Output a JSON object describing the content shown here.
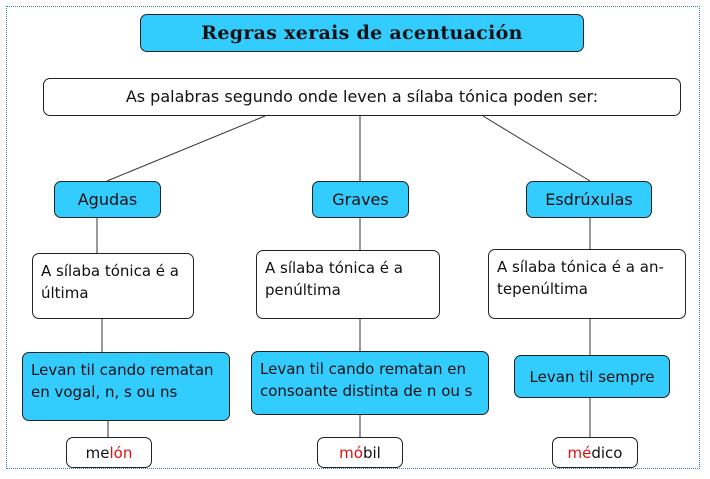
{
  "title": "Regras xerais de acentuación",
  "intro": "As palabras segundo onde leven a sílaba tónica poden ser:",
  "columns": [
    {
      "category": "Agudas",
      "definition": "A sílaba tónica é a última",
      "rule": "Levan til cando rematan en vogal, n, s ou ns",
      "example": {
        "before": "me",
        "accent": "lón",
        "after": ""
      }
    },
    {
      "category": "Graves",
      "definition": "A sílaba tónica é a penúltima",
      "rule": "Levan til cando rematan en consoante distinta de n ou s",
      "example": {
        "before": "",
        "accent": "mó",
        "after": "bil"
      }
    },
    {
      "category": "Esdrúxulas",
      "definition": "A sílaba tónica é a an-tepenúltima",
      "rule": "Levan til sempre",
      "example": {
        "before": "",
        "accent": "mé",
        "after": "dico"
      }
    }
  ],
  "colors": {
    "box_fill": "#33ccff",
    "accent_text": "#e01010",
    "frame": "#3a7fd0"
  }
}
